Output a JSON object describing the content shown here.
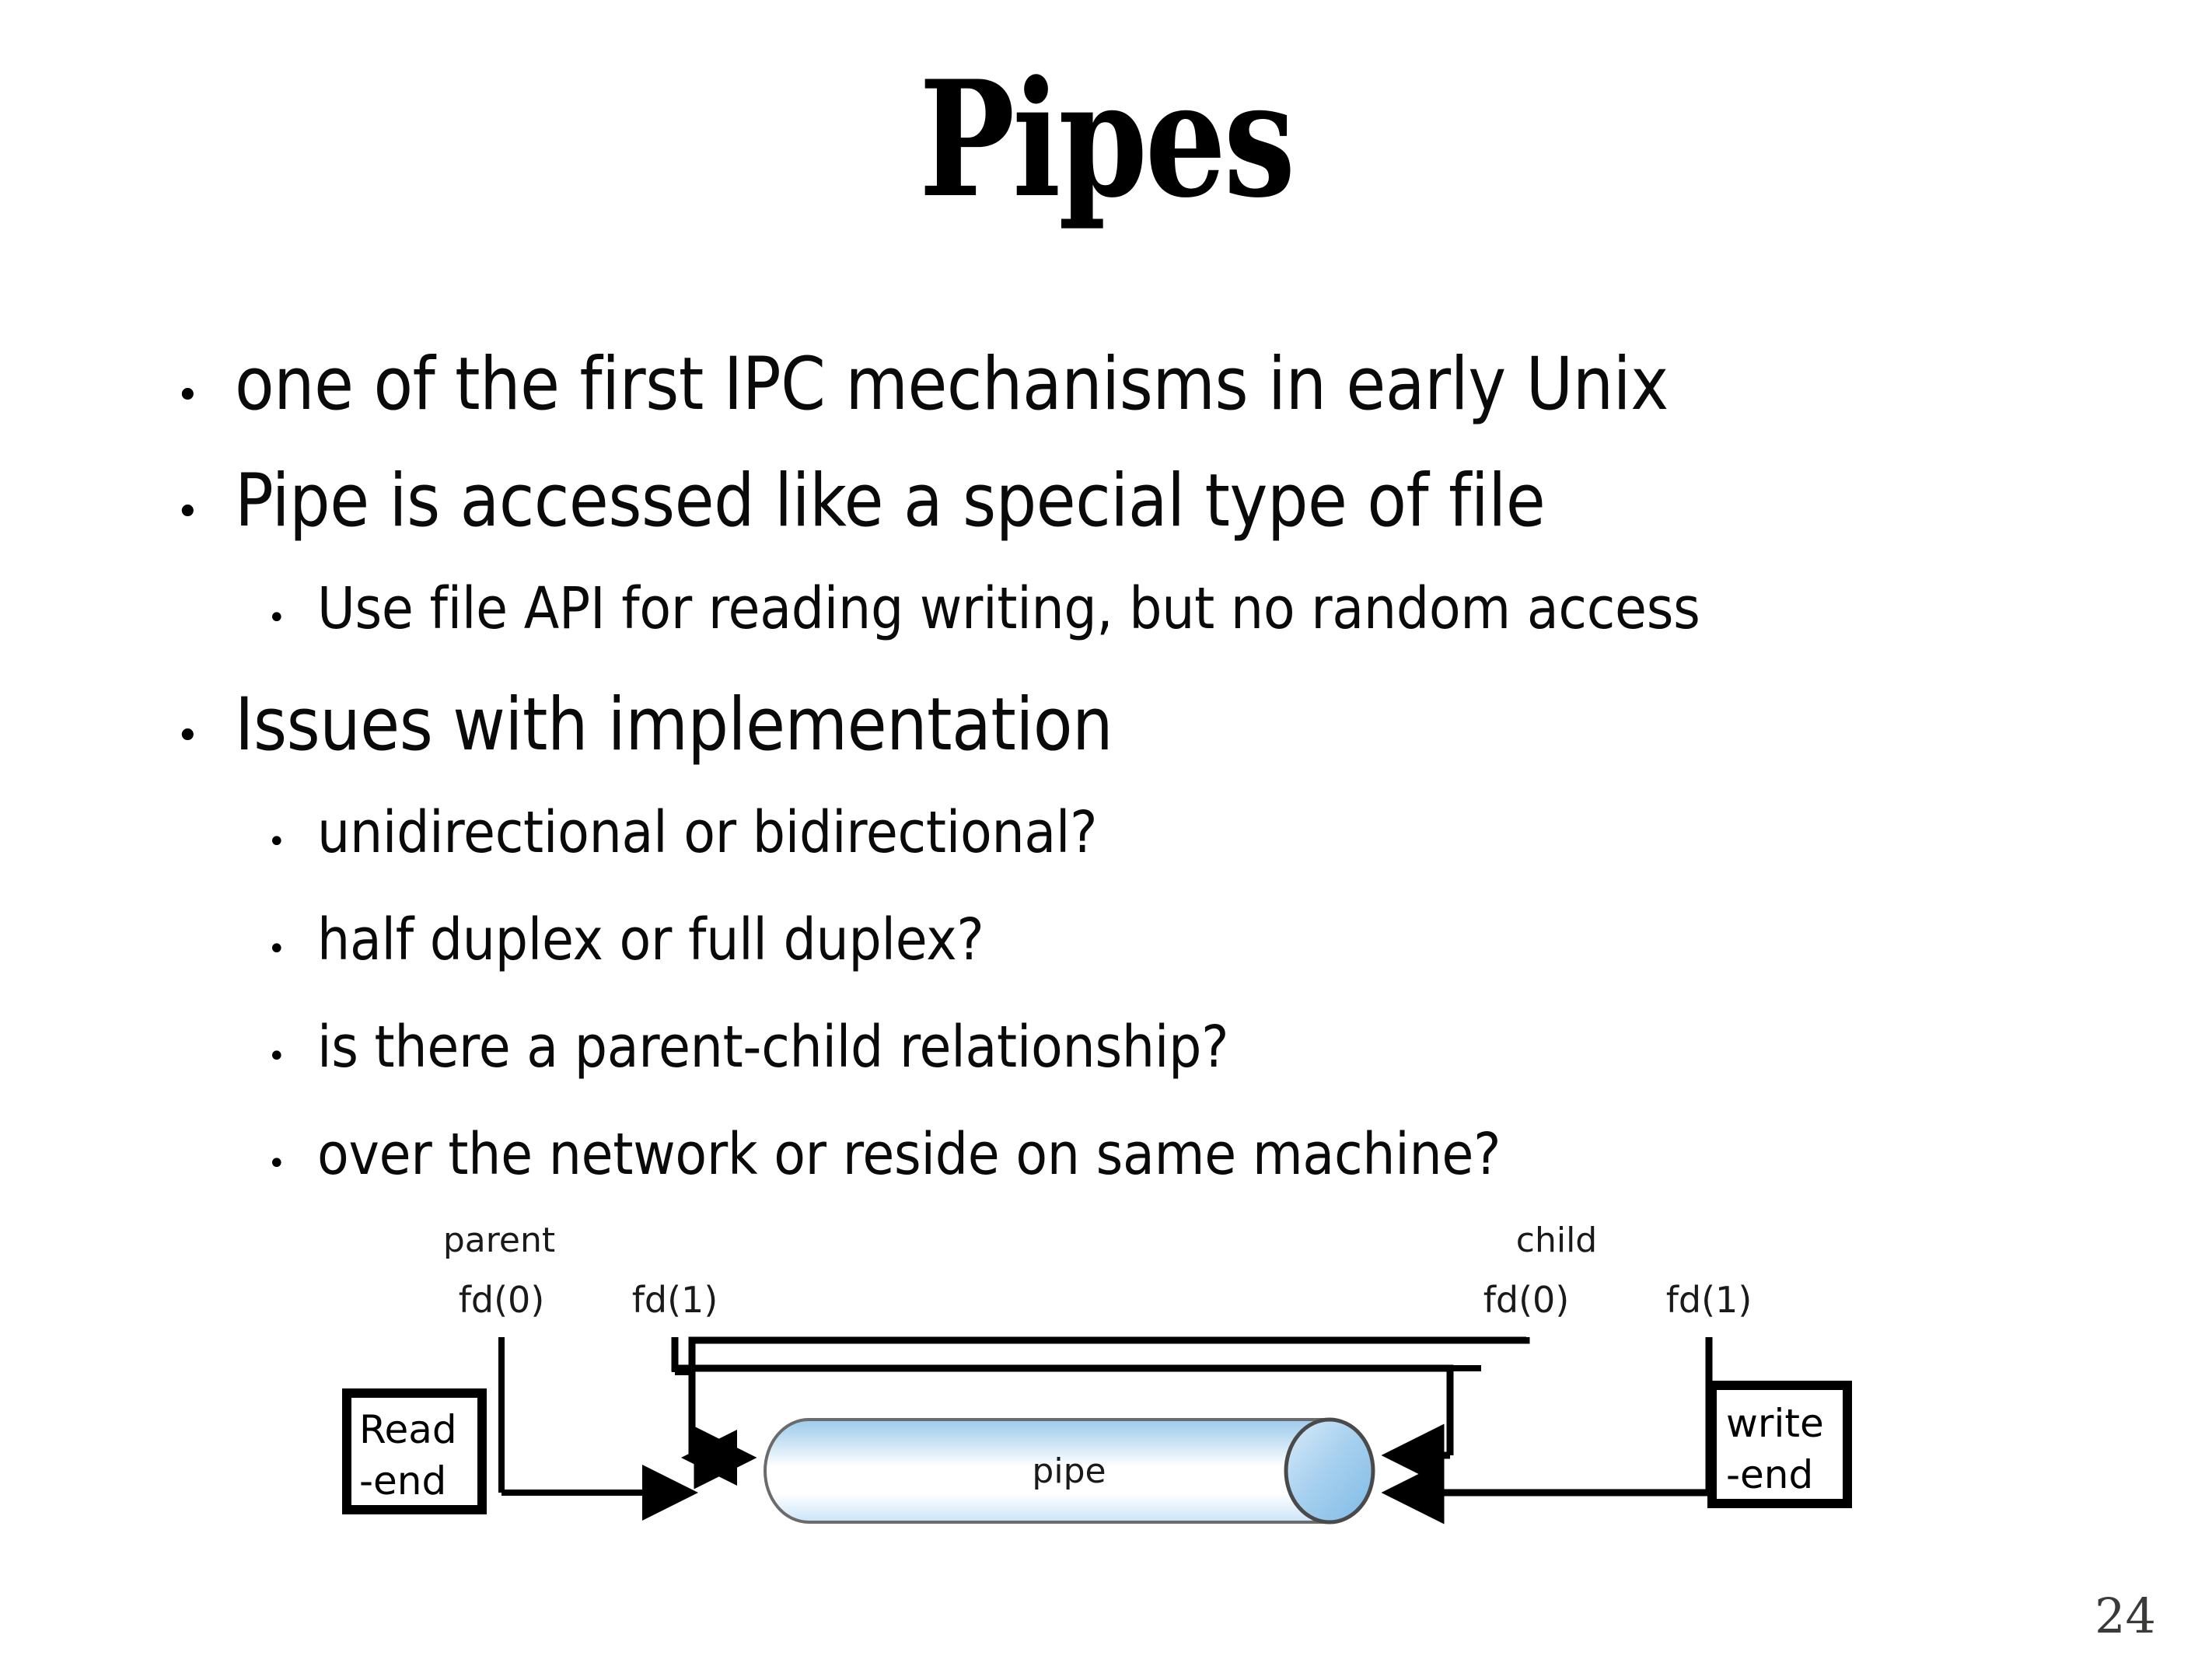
{
  "slide": {
    "title": "Pipes",
    "page_number": "24",
    "background_color": "#ffffff",
    "text_color": "#0a0a0a"
  },
  "bullets": [
    {
      "level": 1,
      "text": "one of the first IPC mechanisms in early Unix",
      "marker": "•"
    },
    {
      "level": 1,
      "text": "Pipe is accessed like a special type of file",
      "marker": "•"
    },
    {
      "level": 2,
      "text": "Use file API for reading writing, but no random access",
      "marker": "•"
    },
    {
      "level": 1,
      "text": "Issues with implementation",
      "marker": "•"
    },
    {
      "level": 2,
      "text": "unidirectional or bidirectional?",
      "marker": "•"
    },
    {
      "level": 2,
      "text": "half duplex or full duplex?",
      "marker": "•"
    },
    {
      "level": 2,
      "text": "is there a parent-child relationship?",
      "marker": "•"
    },
    {
      "level": 2,
      "text": "over the network or reside on same machine?",
      "marker": "•"
    }
  ],
  "diagram": {
    "labels": {
      "parent": "parent",
      "child": "child",
      "parent_fd0": "fd(0)",
      "parent_fd1": "fd(1)",
      "child_fd0": "fd(0)",
      "child_fd1": "fd(1)",
      "pipe": "pipe",
      "read_end_line1": "Read",
      "read_end_line2": "-end",
      "write_end_line1": "write",
      "write_end_line2": "-end"
    },
    "colors": {
      "pipe_body_top": "#9fccec",
      "pipe_body_mid": "#ffffff",
      "pipe_body_bottom": "#cfe6f7",
      "pipe_cap": "#8cc3ea",
      "pipe_outline": "#5a5a5a",
      "connector": "#000000",
      "box_border": "#000000"
    }
  }
}
